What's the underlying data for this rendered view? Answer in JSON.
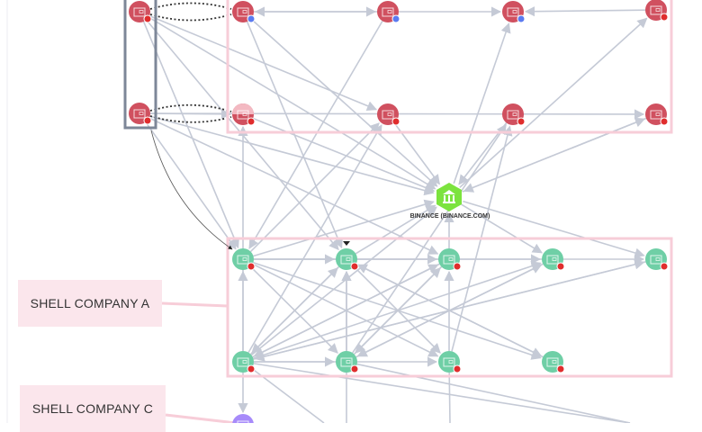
{
  "groups": {
    "shell_company_a": "SHELL COMPANY A",
    "shell_company_c": "SHELL COMPANY C"
  },
  "exchange": {
    "label": "BINANCE (BINANCE.COM)",
    "icon": "bank-icon"
  },
  "colors": {
    "wallet_red": "#d0505f",
    "wallet_green": "#6fcfa6",
    "wallet_purple": "#a78bfa",
    "exchange_green": "#7ce33e",
    "edge": "#c5cad6",
    "group_border_pink": "#f7cdd8",
    "selection_border": "#7d8798",
    "badge_red": "#e02d2d",
    "badge_blue": "#5b7bf0"
  }
}
